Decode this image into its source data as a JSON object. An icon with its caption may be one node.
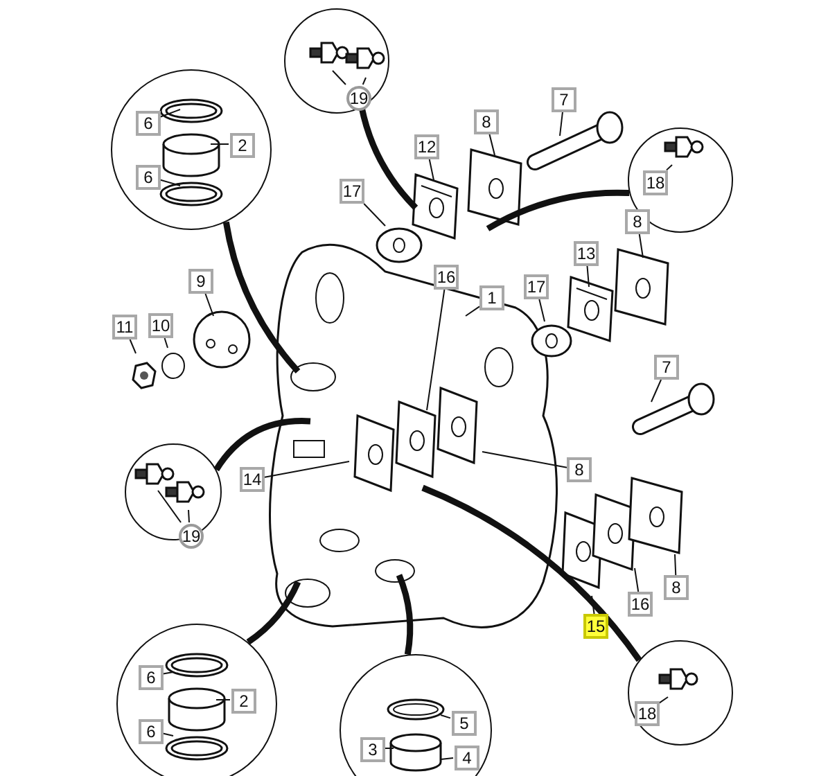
{
  "diagram": {
    "nodes": [
      {
        "text": [],
        "shape": "circle"
      },
      {
        "text": [
          "6"
        ],
        "in": 0
      },
      {
        "text": [
          "2"
        ],
        "in": 0
      },
      {
        "text": [
          "6"
        ],
        "in": 0
      },
      {
        "text": [],
        "shape": "circle"
      },
      {
        "text": [
          "19"
        ],
        "in": 4
      },
      {
        "text": [],
        "shape": "circle"
      },
      {
        "text": [
          "18"
        ],
        "in": 6
      },
      {
        "text": [
          "7"
        ]
      },
      {
        "text": [
          "8"
        ]
      },
      {
        "text": [
          "12"
        ]
      },
      {
        "text": [
          "17"
        ]
      },
      {
        "text": [
          "9"
        ]
      },
      {
        "text": [
          "10"
        ]
      },
      {
        "text": [
          "11"
        ]
      },
      {
        "text": [
          "16"
        ]
      },
      {
        "text": [
          "1"
        ]
      },
      {
        "text": [
          "17"
        ]
      },
      {
        "text": [
          "13"
        ]
      },
      {
        "text": [
          "8"
        ]
      },
      {
        "text": [
          "7"
        ]
      },
      {
        "text": [],
        "shape": "circle"
      },
      {
        "text": [
          "19"
        ],
        "in": 21
      },
      {
        "text": [
          "14"
        ]
      },
      {
        "text": [
          "8"
        ]
      },
      {
        "text": [
          "15"
        ]
      },
      {
        "text": [
          "16"
        ]
      },
      {
        "text": [
          "8"
        ]
      },
      {
        "text": [],
        "shape": "circle"
      },
      {
        "text": [
          "6"
        ],
        "in": 28
      },
      {
        "text": [
          "2"
        ],
        "in": 28
      },
      {
        "text": [
          "6"
        ],
        "in": 28
      },
      {
        "text": [],
        "shape": "circle"
      },
      {
        "text": [
          "5"
        ],
        "in": 32
      },
      {
        "text": [
          "3"
        ],
        "in": 32
      },
      {
        "text": [
          "4"
        ],
        "in": 32
      },
      {
        "text": [],
        "shape": "circle"
      },
      {
        "text": [
          "18"
        ],
        "in": 36
      }
    ],
    "edges": [
      {
        "from": 0,
        "to": null,
        "arrow": "none",
        "style": "thick"
      },
      {
        "from": 4,
        "to": null,
        "arrow": "none",
        "style": "thick"
      },
      {
        "from": 6,
        "to": null,
        "arrow": "none",
        "style": "thick"
      },
      {
        "from": 21,
        "to": null,
        "arrow": "none",
        "style": "thick"
      },
      {
        "from": 28,
        "to": null,
        "arrow": "none",
        "style": "thick"
      },
      {
        "from": 32,
        "to": null,
        "arrow": "none",
        "style": "thick"
      },
      {
        "from": 36,
        "to": null,
        "arrow": "none",
        "style": "thick"
      },
      {
        "from": 1,
        "to": null,
        "arrow": "none"
      },
      {
        "from": 2,
        "to": null,
        "arrow": "none"
      },
      {
        "from": 3,
        "to": null,
        "arrow": "none"
      },
      {
        "from": 5,
        "to": null,
        "arrow": "none"
      },
      {
        "from": 5,
        "to": null,
        "arrow": "none"
      },
      {
        "from": 7,
        "to": null,
        "arrow": "none"
      },
      {
        "from": 8,
        "to": null,
        "arrow": "none"
      },
      {
        "from": 9,
        "to": null,
        "arrow": "none"
      },
      {
        "from": 10,
        "to": null,
        "arrow": "none"
      },
      {
        "from": 11,
        "to": null,
        "arrow": "none"
      },
      {
        "from": 12,
        "to": null,
        "arrow": "none"
      },
      {
        "from": 13,
        "to": null,
        "arrow": "none"
      },
      {
        "from": 14,
        "to": null,
        "arrow": "none"
      },
      {
        "from": 15,
        "to": null,
        "arrow": "none"
      },
      {
        "from": 16,
        "to": null,
        "arrow": "none"
      },
      {
        "from": 17,
        "to": null,
        "arrow": "none"
      },
      {
        "from": 18,
        "to": null,
        "arrow": "none"
      },
      {
        "from": 19,
        "to": null,
        "arrow": "none"
      },
      {
        "from": 20,
        "to": null,
        "arrow": "none"
      },
      {
        "from": 22,
        "to": null,
        "arrow": "none"
      },
      {
        "from": 22,
        "to": null,
        "arrow": "none"
      },
      {
        "from": 23,
        "to": null,
        "arrow": "none"
      },
      {
        "from": 24,
        "to": null,
        "arrow": "none"
      },
      {
        "from": 25,
        "to": null,
        "arrow": "none"
      },
      {
        "from": 26,
        "to": null,
        "arrow": "none"
      },
      {
        "from": 27,
        "to": null,
        "arrow": "none"
      },
      {
        "from": 29,
        "to": null,
        "arrow": "none"
      },
      {
        "from": 30,
        "to": null,
        "arrow": "none"
      },
      {
        "from": 31,
        "to": null,
        "arrow": "none"
      },
      {
        "from": 33,
        "to": null,
        "arrow": "none"
      },
      {
        "from": 34,
        "to": null,
        "arrow": "none"
      },
      {
        "from": 35,
        "to": null,
        "arrow": "none"
      },
      {
        "from": 37,
        "to": null,
        "arrow": "none"
      }
    ]
  }
}
